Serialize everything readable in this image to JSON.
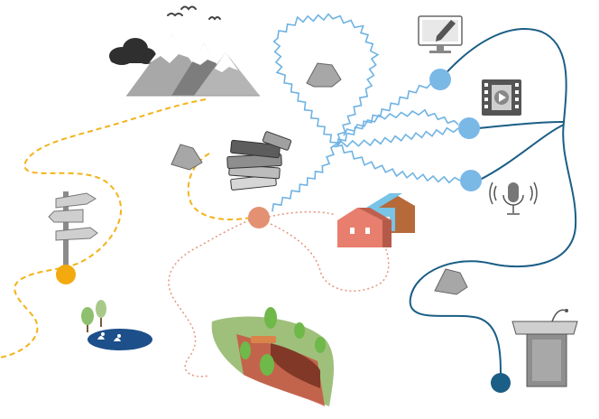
{
  "scene": {
    "kind": "illustrated-journey-map",
    "palette": {
      "background": "#ffffff",
      "yellow_path": "#f2b31a",
      "light_blue_path": "#6fb3e3",
      "dark_blue_path": "#1b5e86",
      "salmon_path": "#e6947a",
      "node_yellow": "#f2aa0e",
      "node_salmon": "#e39172",
      "node_light_blue": "#7ab8e6",
      "node_dark_blue": "#1b5e86",
      "rock_grey": "#9a9a9a",
      "grass_green": "#9fc07b",
      "tree_green": "#6fb84a",
      "lake_blue": "#1d4f8a",
      "house_salmon": "#e87e6e",
      "house_blue": "#78c3e6"
    },
    "nodes": [
      {
        "id": "node-yellow-signpost",
        "color": "#f2aa0e"
      },
      {
        "id": "node-salmon-hub",
        "color": "#e39172"
      },
      {
        "id": "node-light-blue-computer",
        "color": "#7ab8e6"
      },
      {
        "id": "node-light-blue-video",
        "color": "#7ab8e6"
      },
      {
        "id": "node-light-blue-microphone",
        "color": "#7ab8e6"
      },
      {
        "id": "node-dark-blue-podium",
        "color": "#1b5e86"
      }
    ],
    "icons": [
      "mountain-icon",
      "cloud-icon",
      "birds-icon",
      "rock-icon",
      "signpost-icon",
      "lake-with-swans-icon",
      "books-icon",
      "houses-icon",
      "island-park-icon",
      "computer-pencil-icon",
      "film-video-icon",
      "microphone-icon",
      "podium-icon"
    ]
  }
}
